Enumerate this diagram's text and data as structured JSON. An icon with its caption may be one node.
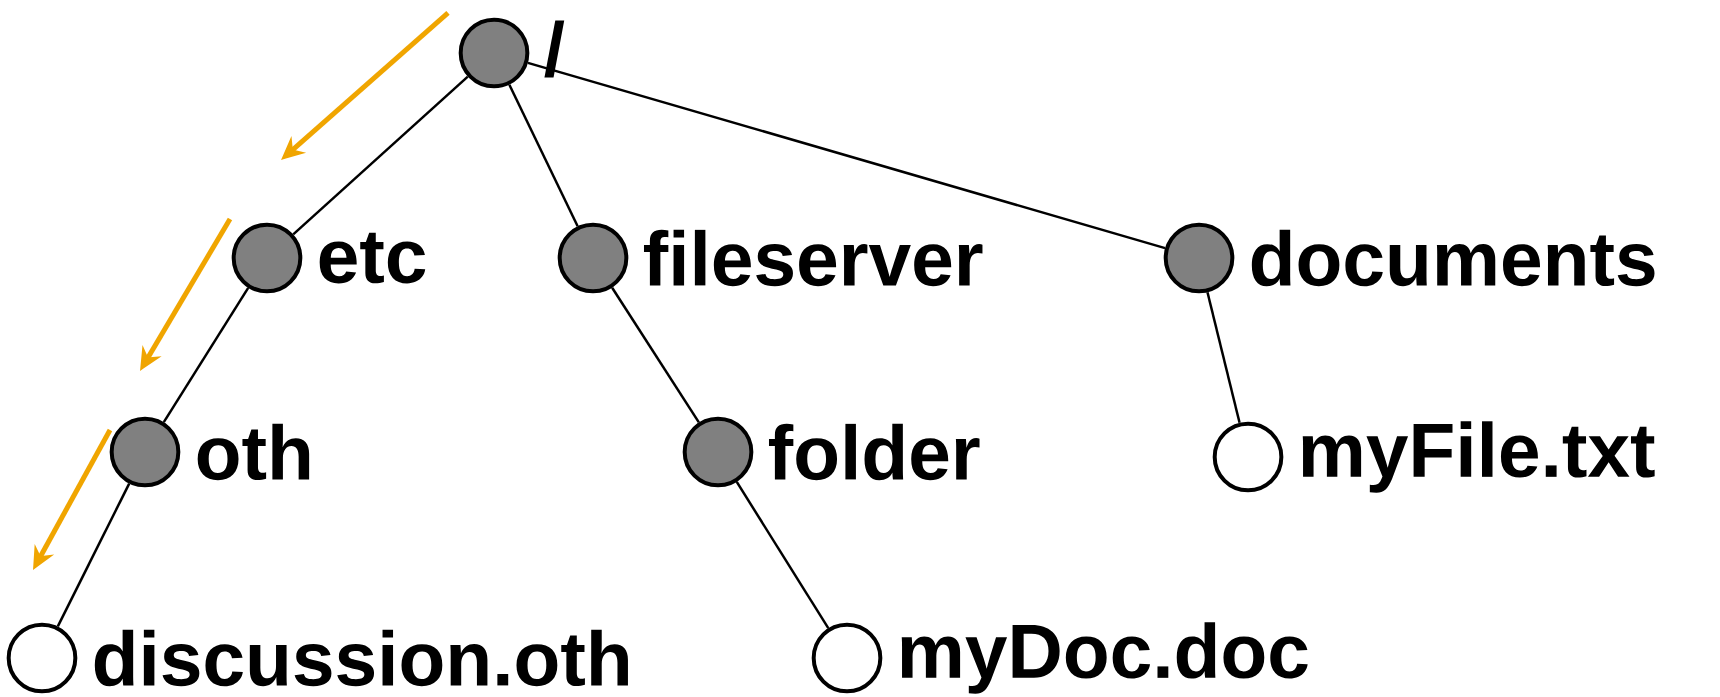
{
  "diagram": {
    "nodes": [
      {
        "text": [
          "/"
        ]
      },
      {
        "text": [
          "etc"
        ]
      },
      {
        "text": [
          "fileserver"
        ]
      },
      {
        "text": [
          "documents"
        ]
      },
      {
        "text": [
          "oth"
        ]
      },
      {
        "text": [
          "folder"
        ]
      },
      {
        "text": [
          "myFile.txt"
        ]
      },
      {
        "text": [
          "discussion.oth"
        ]
      },
      {
        "text": [
          "myDoc.doc"
        ]
      }
    ],
    "edges": [
      {
        "from": 0,
        "to": 1,
        "arrow": "none"
      },
      {
        "from": 0,
        "to": 2,
        "arrow": "none"
      },
      {
        "from": 0,
        "to": 3,
        "arrow": "none"
      },
      {
        "from": 1,
        "to": 4,
        "arrow": "none"
      },
      {
        "from": 2,
        "to": 5,
        "arrow": "none"
      },
      {
        "from": 3,
        "to": 6,
        "arrow": "none"
      },
      {
        "from": 4,
        "to": 7,
        "arrow": "none"
      },
      {
        "from": 5,
        "to": 8,
        "arrow": "none"
      }
    ]
  }
}
